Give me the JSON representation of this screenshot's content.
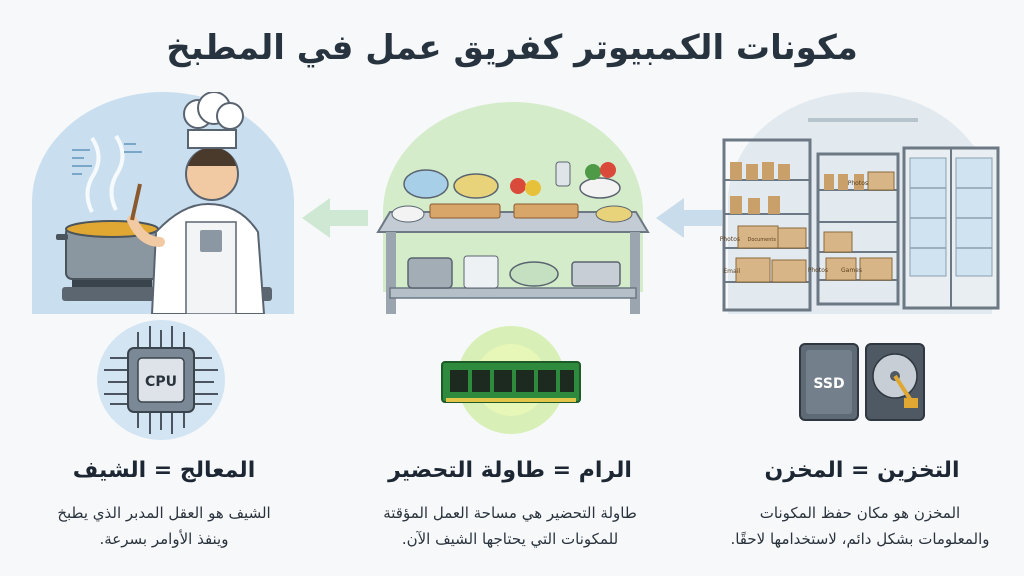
{
  "title": "مكونات الكمبيوتر كفريق عمل في المطبخ",
  "sections": [
    {
      "name": "cpu",
      "heading": "المعالج = الشيف",
      "desc_lines": [
        "الشيف هو العقل المدبر الذي يطبخ",
        "وينفذ الأوامر بسرعة."
      ],
      "chip_label": "CPU"
    },
    {
      "name": "ram",
      "heading": "الرام = طاولة التحضير",
      "desc_lines": [
        "طاولة التحضير هي مساحة العمل المؤقتة",
        "للمكونات التي يحتاجها الشيف الآن."
      ]
    },
    {
      "name": "storage",
      "heading": "التخزين = المخزن",
      "desc_lines": [
        "المخزن هو مكان حفظ المكونات",
        "والمعلومات بشكل دائم، لاستخدامها لاحقًا."
      ],
      "ssd_label": "SSD",
      "box_labels": [
        "Photos",
        "Documents",
        "Photos",
        "Games",
        "Photos",
        "Email"
      ]
    }
  ],
  "colors": {
    "accent_blue": "#aecde8",
    "accent_green": "#bfe3b0",
    "ram_green": "#2e8a3c",
    "chip_grey": "#6f7c88"
  }
}
